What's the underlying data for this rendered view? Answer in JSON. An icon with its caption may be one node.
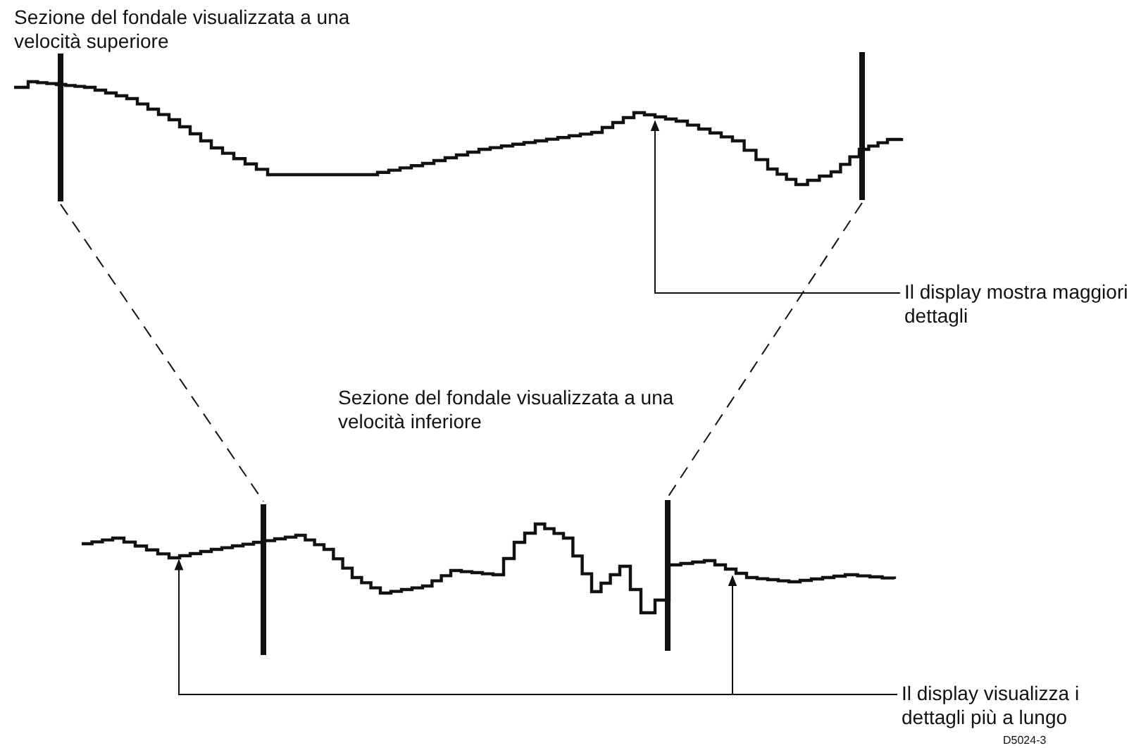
{
  "diagram": {
    "nodes": [
      {
        "text": [],
        "shape": "picture"
      },
      {
        "text": [],
        "shape": "bar"
      },
      {
        "text": [],
        "shape": "bar"
      },
      {
        "text": [],
        "shape": "picture"
      },
      {
        "text": [],
        "shape": "bar"
      },
      {
        "text": [],
        "shape": "bar"
      },
      {
        "text": [
          "Il display mostra maggiori dettagli"
        ]
      },
      {
        "text": [
          "Il display visualizza i dettagli più a lungo"
        ]
      }
    ],
    "edges": [
      {
        "from": 1,
        "to": 4,
        "arrow": "none",
        "style": "dashed"
      },
      {
        "from": 2,
        "to": 5,
        "arrow": "none",
        "style": "dashed"
      },
      {
        "from": 6,
        "to": 0,
        "arrow": "to"
      },
      {
        "from": 7,
        "to": 3,
        "arrow": "to"
      },
      {
        "from": 7,
        "to": 3,
        "arrow": "to"
      }
    ],
    "labels": [
      "Sezione del fondale visualizzata a una velocità superiore",
      "Sezione del fondale visualizzata a una velocità inferiore",
      "D5024-3"
    ]
  }
}
